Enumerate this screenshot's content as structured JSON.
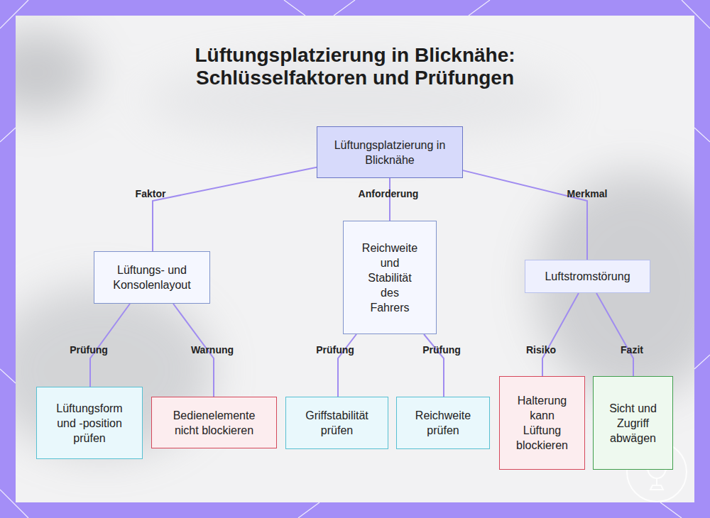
{
  "diagram": {
    "title": "Lüftungsplatzierung in Blicknähe: Schlüsselfaktoren und Prüfungen",
    "nodes": [
      {
        "text": [
          "Lüftungsplatzierung in Blicknähe"
        ]
      },
      {
        "text": [
          "Lüftungs- und Konsolenlayout"
        ]
      },
      {
        "text": [
          "Reichweite und Stabilität des Fahrers"
        ]
      },
      {
        "text": [
          "Luftstromstörung"
        ]
      },
      {
        "text": [
          "Lüftungsform und -position prüfen"
        ]
      },
      {
        "text": [
          "Bedienelemente nicht blockieren"
        ]
      },
      {
        "text": [
          "Griffstabilität prüfen"
        ]
      },
      {
        "text": [
          "Reichweite prüfen"
        ]
      },
      {
        "text": [
          "Halterung kann Lüftung blockieren"
        ]
      },
      {
        "text": [
          "Sicht und Zugriff abwägen"
        ]
      }
    ],
    "edges": [
      {
        "from": 0,
        "to": 1,
        "label": "Faktor",
        "arrow": "none"
      },
      {
        "from": 0,
        "to": 2,
        "label": "Anforderung",
        "arrow": "none"
      },
      {
        "from": 0,
        "to": 3,
        "label": "Merkmal",
        "arrow": "none"
      },
      {
        "from": 1,
        "to": 4,
        "label": "Prüfung",
        "arrow": "none"
      },
      {
        "from": 1,
        "to": 5,
        "label": "Warnung",
        "arrow": "none"
      },
      {
        "from": 2,
        "to": 6,
        "label": "Prüfung",
        "arrow": "none"
      },
      {
        "from": 2,
        "to": 7,
        "label": "Prüfung",
        "arrow": "none"
      },
      {
        "from": 3,
        "to": 8,
        "label": "Risiko",
        "arrow": "none"
      },
      {
        "from": 3,
        "to": 9,
        "label": "Fazit",
        "arrow": "none"
      }
    ]
  }
}
